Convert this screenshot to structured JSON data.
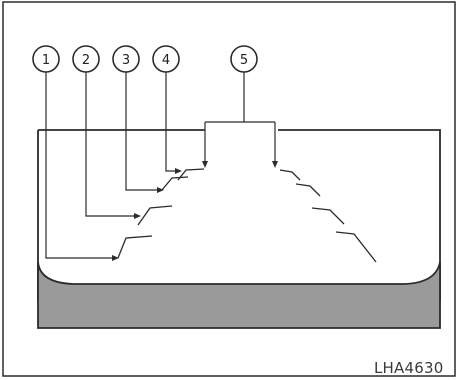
{
  "diagram": {
    "callouts": [
      {
        "label": "1"
      },
      {
        "label": "2"
      },
      {
        "label": "3"
      },
      {
        "label": "4"
      },
      {
        "label": "5"
      }
    ],
    "figure_code": "LHA4630",
    "colors": {
      "outline": "#2b2b2b",
      "bumper_fill": "#9a9a9a",
      "background": "#ffffff"
    }
  }
}
